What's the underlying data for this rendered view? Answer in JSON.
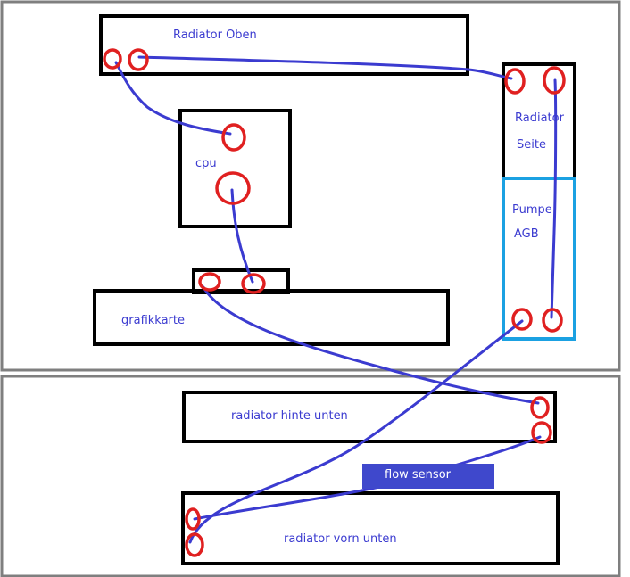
{
  "components": {
    "radiator_top": "Radiator Oben",
    "radiator_side_line1": "Radiator",
    "radiator_side_line2": "Seite",
    "cpu": "cpu",
    "pump_line1": "Pumpe",
    "pump_line2": "AGB",
    "gpu": "grafikkarte",
    "radiator_back_bottom": "radiator hinte unten",
    "flow_sensor": "flow sensor",
    "radiator_front_bottom": "radiator vorn unten"
  },
  "colors": {
    "box_border": "#000000",
    "panel_border": "#7f7f7f",
    "pump_border": "#1ba1e2",
    "port": "#e02020",
    "tube": "#3b3bd0",
    "label_text": "#3b3bd0",
    "flow_sensor_fill": "#3f48cc"
  }
}
